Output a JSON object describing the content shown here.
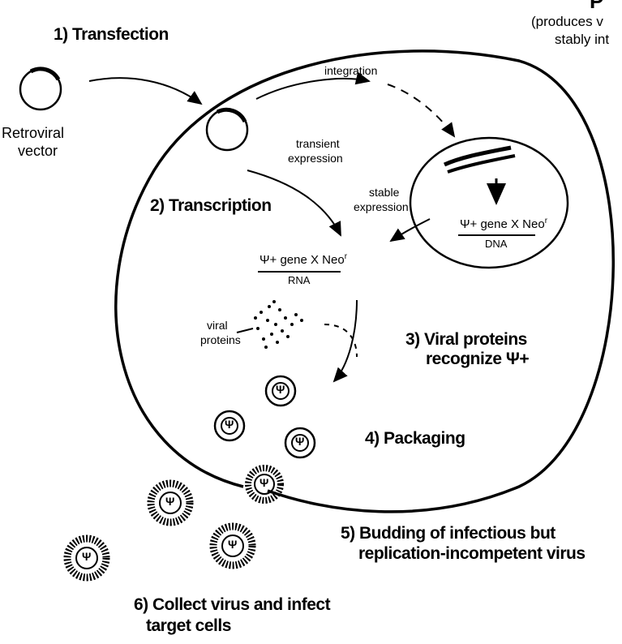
{
  "header": {
    "title_fragment": "P",
    "subtitle_line1": "(produces v",
    "subtitle_line2": "stably int"
  },
  "steps": {
    "s1": "1) Transfection",
    "s2": "2) Transcription",
    "s3_line1": "3) Viral proteins",
    "s3_line2": "recognize Ψ+",
    "s4": "4) Packaging",
    "s5_line1": "5) Budding of infectious but",
    "s5_line2": "replication-incompetent virus",
    "s6_line1": "6) Collect virus and infect",
    "s6_line2": "target cells"
  },
  "labels": {
    "vector_line1": "Retroviral",
    "vector_line2": "vector",
    "integration": "integration",
    "transient_line1": "transient",
    "transient_line2": "expression",
    "stable_line1": "stable",
    "stable_line2": "expression",
    "dna_construct": "Ψ+ gene X  Neo",
    "dna_sup": "r",
    "dna_type": "DNA",
    "rna_construct": "Ψ+ gene X  Neo",
    "rna_sup": "r",
    "rna_type": "RNA",
    "viral_proteins_line1": "viral",
    "viral_proteins_line2": "proteins",
    "virion_symbol": "Ψ"
  }
}
